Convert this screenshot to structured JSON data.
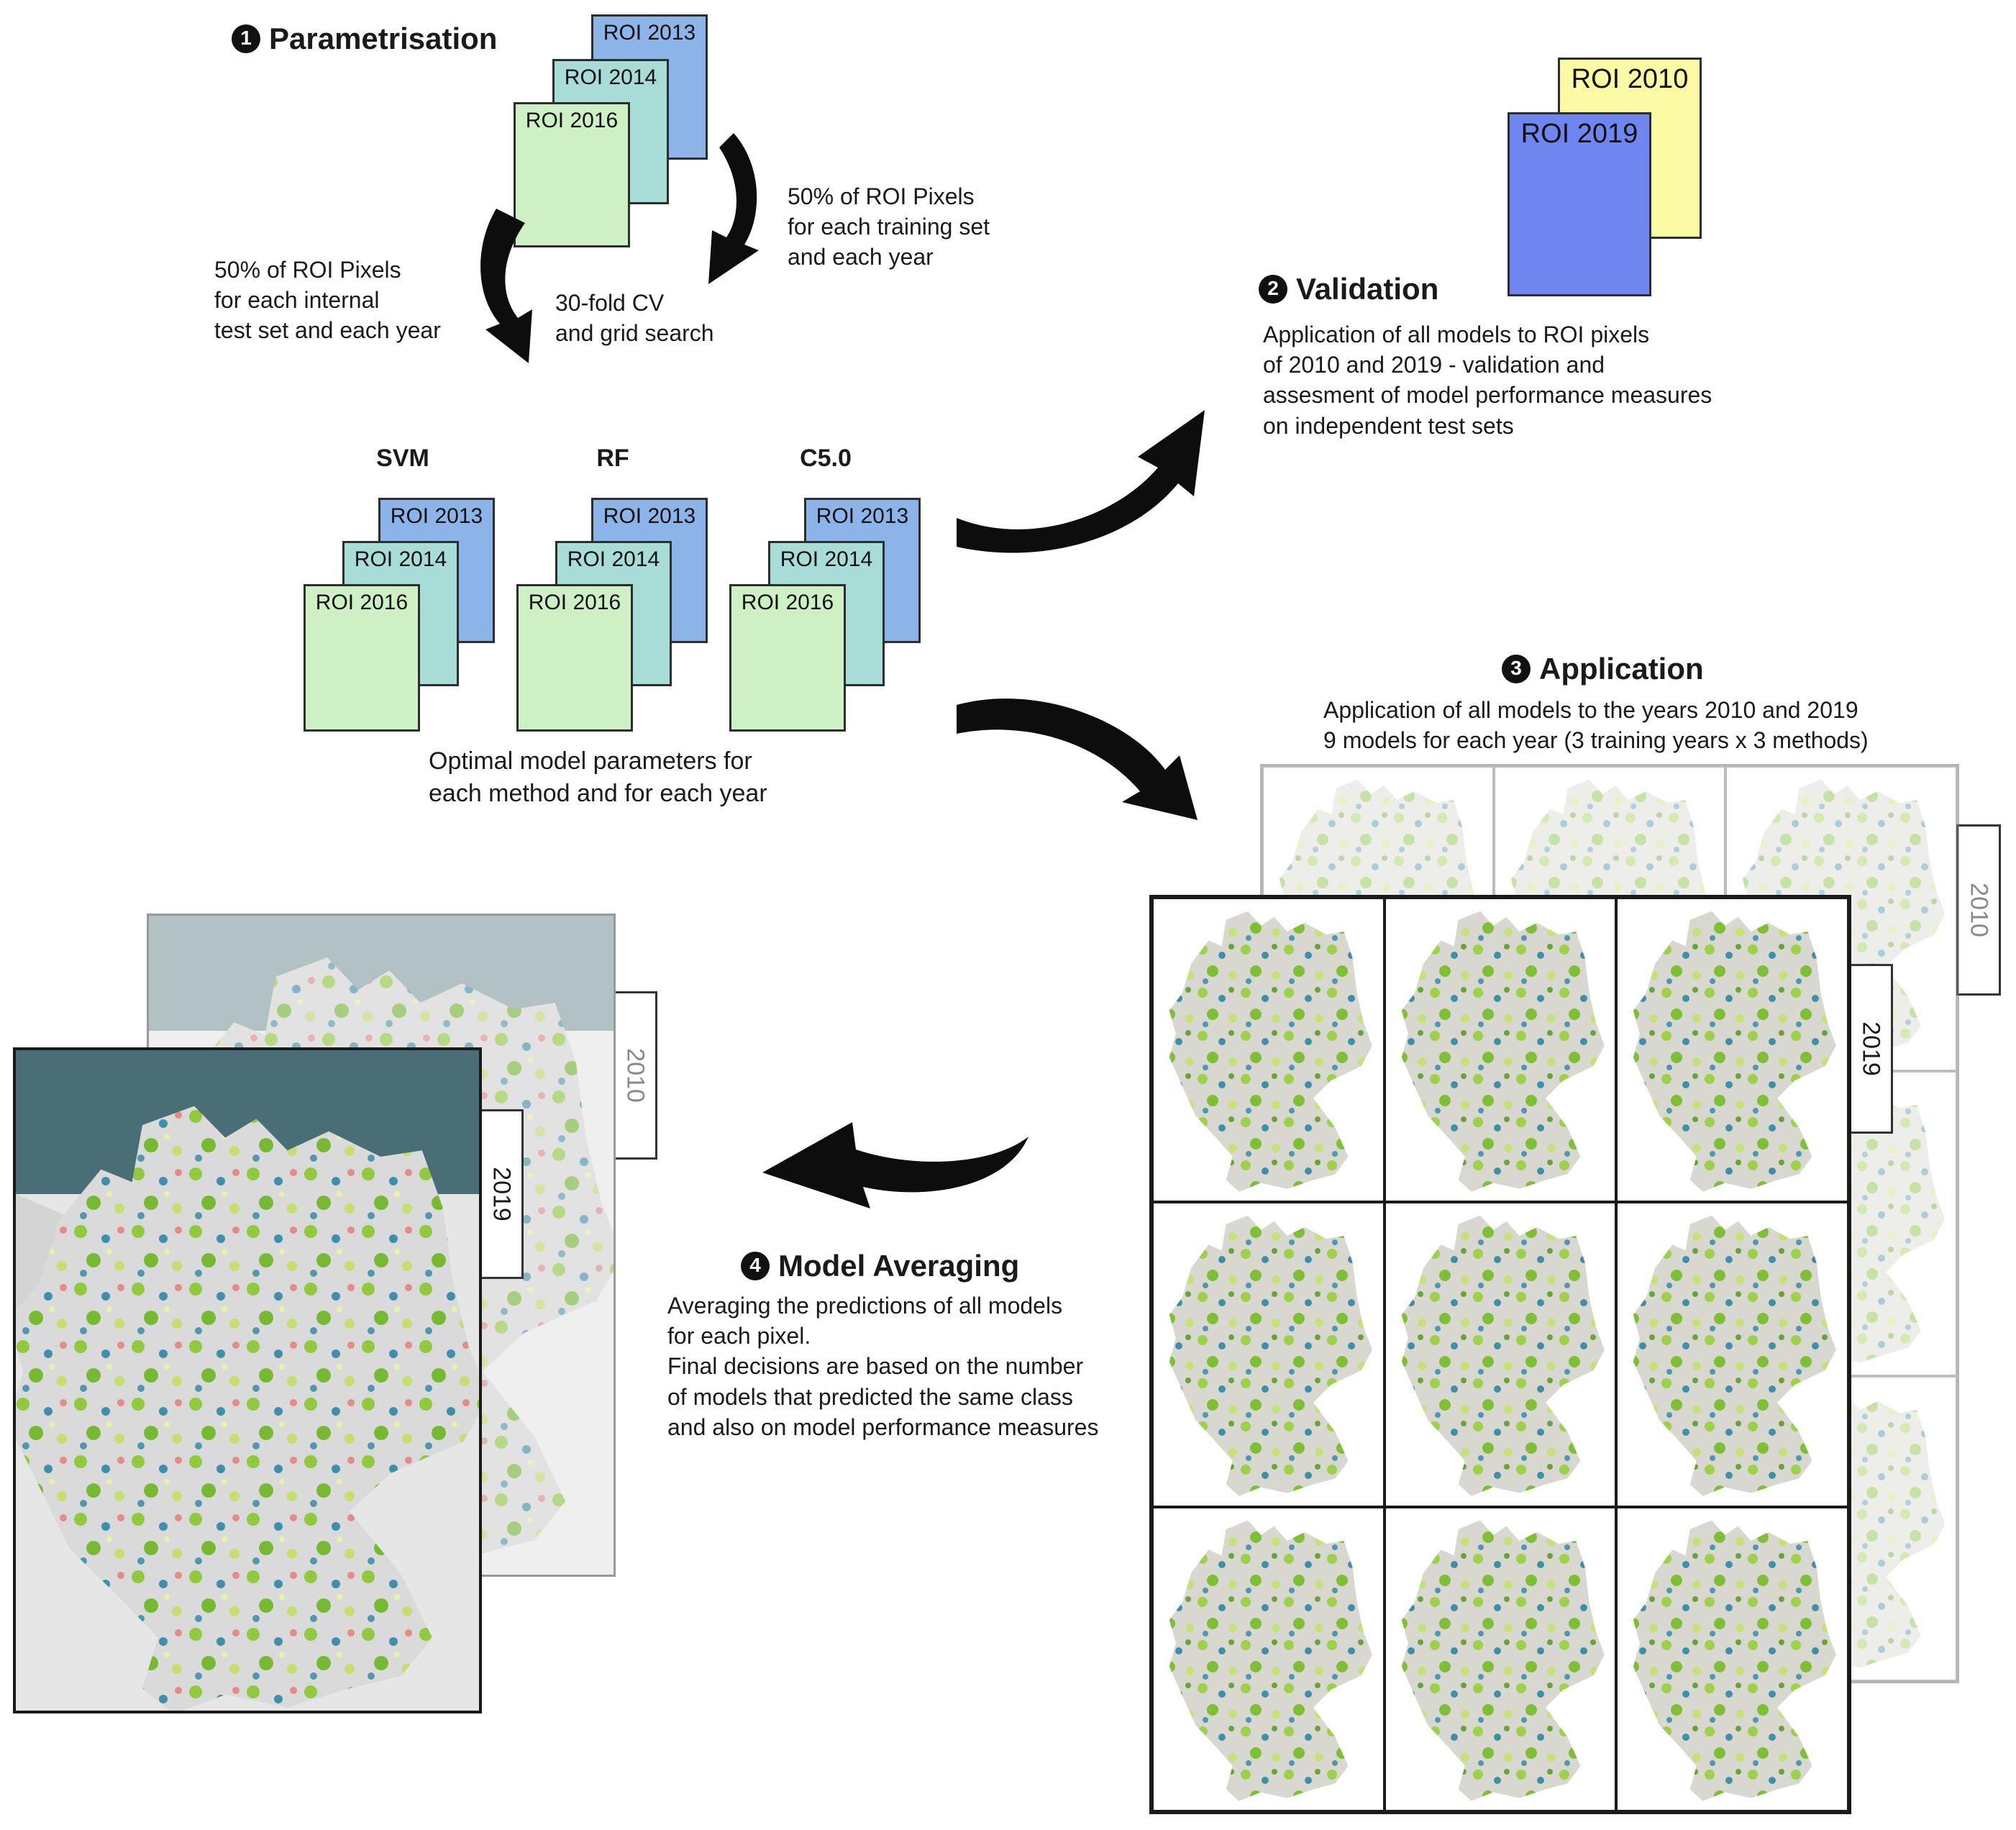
{
  "stage1": {
    "number": "1",
    "title": "Parametrisation",
    "roi_stack": [
      "ROI 2013",
      "ROI 2014",
      "ROI 2016"
    ],
    "left_note": [
      "50% of ROI Pixels",
      "for each internal",
      "test set and each year"
    ],
    "right_note": [
      "50% of ROI Pixels",
      "for each training set",
      "and each year"
    ],
    "center_note": [
      "30-fold CV",
      "and grid search"
    ],
    "methods": [
      {
        "name": "SVM",
        "rois": [
          "ROI 2013",
          "ROI 2014",
          "ROI 2016"
        ]
      },
      {
        "name": "RF",
        "rois": [
          "ROI 2013",
          "ROI 2014",
          "ROI 2016"
        ]
      },
      {
        "name": "C5.0",
        "rois": [
          "ROI 2013",
          "ROI 2014",
          "ROI 2016"
        ]
      }
    ],
    "result_note": [
      "Optimal model parameters for",
      "each method and for each year"
    ]
  },
  "stage2": {
    "number": "2",
    "title": "Validation",
    "roi_cards": [
      "ROI 2010",
      "ROI 2019"
    ],
    "description": [
      "Application of all models to ROI pixels",
      "of 2010 and 2019 - validation and",
      "assesment of model performance measures",
      "on independent test sets"
    ]
  },
  "stage3": {
    "number": "3",
    "title": "Application",
    "description": [
      "Application of all models to the years 2010 and 2019",
      "9 models for each year (3 training years x 3 methods)"
    ],
    "back_grid_year": "2010",
    "front_grid_year": "2019"
  },
  "stage4": {
    "number": "4",
    "title": "Model Averaging",
    "description": [
      "Averaging the predictions of all models",
      "for each pixel.",
      "Final decisions are based on the number",
      "of models that predicted the same class",
      "and also on model performance measures"
    ],
    "back_map_year": "2010",
    "front_map_year": "2019"
  },
  "colors": {
    "roi_2013": "#8db4e8",
    "roi_2014": "#a8dcd6",
    "roi_2016": "#cdf0c4",
    "roi_2010": "#fdfaa6",
    "roi_2019": "#6f85ef",
    "sea": "#4a6e76",
    "land": "#dcdcdc",
    "forest_green": "#8cc43c",
    "forest_blue": "#3f8fa8"
  },
  "icons": {
    "flow_arrows": "curved-arrow-icon",
    "map_thumbnails": "germany-map-icon"
  }
}
